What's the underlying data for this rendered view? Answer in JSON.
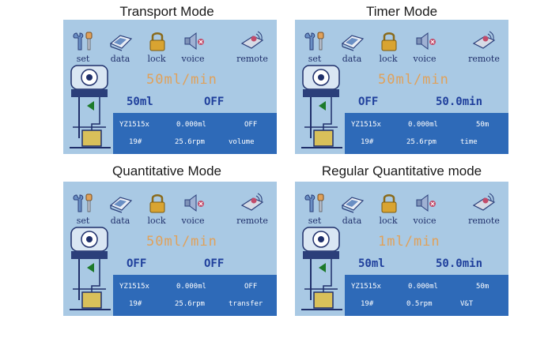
{
  "icon_labels": {
    "set": "set",
    "data": "data",
    "lock": "lock",
    "voice": "voice",
    "remote": "remote"
  },
  "icons": [
    "wrench-screwdriver",
    "data-card",
    "padlock",
    "speaker-mute",
    "remote-signal"
  ],
  "colors": {
    "screen_bg": "#a9c9e4",
    "info_bar": "#2e6ab8",
    "rate_text": "#e0a15a",
    "value_text": "#1f3f9c",
    "arrow": "#1d7a2a"
  },
  "panels": [
    {
      "title": "Transport Mode",
      "rate": "50ml/min",
      "value_left": "50ml",
      "value_right": "OFF",
      "info": {
        "model": "YZ1515x",
        "volume": "0.000ml",
        "status": "OFF",
        "pump_no": "19#",
        "speed": "25.6rpm",
        "mode": "volume"
      }
    },
    {
      "title": "Timer Mode",
      "rate": "50ml/min",
      "value_left": "OFF",
      "value_right": "50.0min",
      "info": {
        "model": "YZ1515x",
        "volume": "0.000ml",
        "status": "50m",
        "pump_no": "19#",
        "speed": "25.6rpm",
        "mode": "time"
      }
    },
    {
      "title": "Quantitative Mode",
      "rate": "50ml/min",
      "value_left": "OFF",
      "value_right": "OFF",
      "info": {
        "model": "YZ1515x",
        "volume": "0.000ml",
        "status": "OFF",
        "pump_no": "19#",
        "speed": "25.6rpm",
        "mode": "transfer"
      }
    },
    {
      "title": "Regular Quantitative mode",
      "rate": "1ml/min",
      "value_left": "50ml",
      "value_right": "50.0min",
      "info": {
        "model": "YZ1515x",
        "volume": "0.000ml",
        "status": "50m",
        "pump_no": "19#",
        "speed": "0.5rpm",
        "mode": "V&T"
      }
    }
  ]
}
